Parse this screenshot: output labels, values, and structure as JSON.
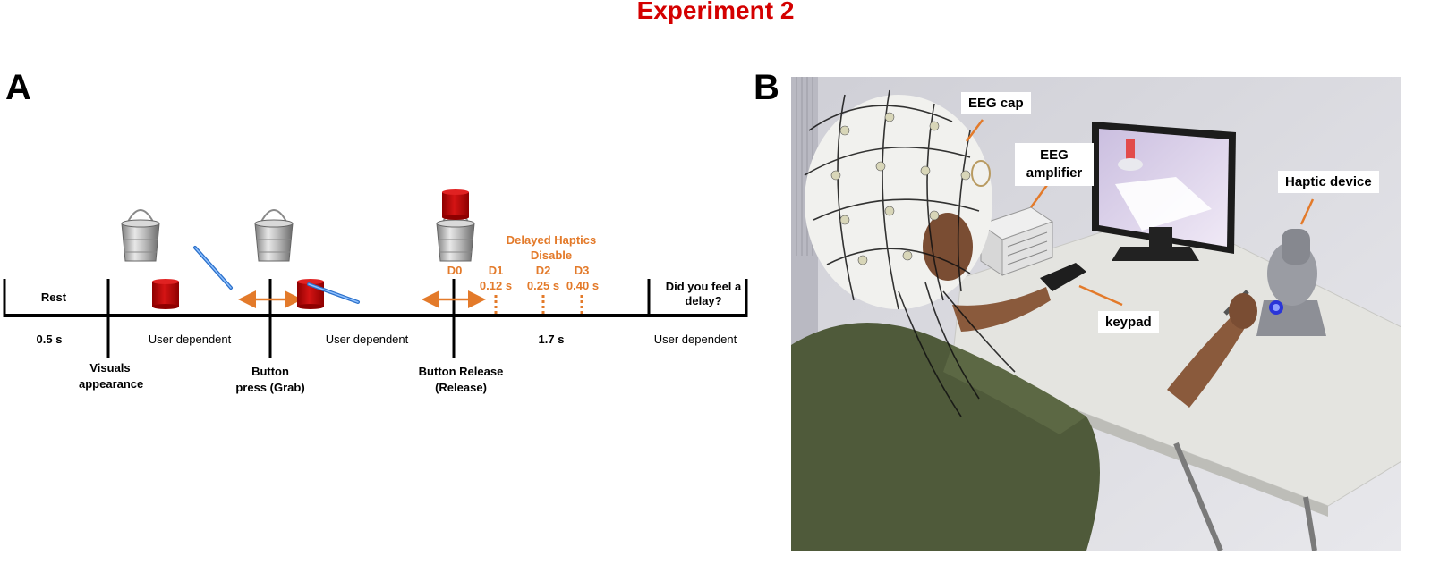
{
  "title": "Experiment 2",
  "panel_a": {
    "letter": "A",
    "phases": [
      {
        "label": "Rest",
        "duration": "0.5 s"
      },
      {
        "label": "",
        "duration": "User dependent"
      },
      {
        "label": "",
        "duration": "User dependent"
      },
      {
        "label": "",
        "duration": "1.7 s"
      },
      {
        "label": "Did you feel a delay?",
        "duration": "User dependent"
      }
    ],
    "events": [
      {
        "label": "Visuals appearance"
      },
      {
        "label": "Button press (Grab)"
      },
      {
        "label": "Button Release (Release)"
      }
    ],
    "delayed_haptics": {
      "title": "Delayed Haptics Disable",
      "delays": [
        {
          "name": "D0",
          "value": ""
        },
        {
          "name": "D1",
          "value": "0.12 s"
        },
        {
          "name": "D2",
          "value": "0.25 s"
        },
        {
          "name": "D3",
          "value": "0.40 s"
        }
      ]
    },
    "colors": {
      "timeline": "#000000",
      "accent": "#e37a2a",
      "cylinder": "#c00000",
      "stick": "#4a90e2"
    }
  },
  "panel_b": {
    "letter": "B",
    "callouts": {
      "eeg_cap": "EEG cap",
      "eeg_amplifier": "EEG amplifier",
      "haptic_device": "Haptic device",
      "keypad": "keypad"
    }
  }
}
